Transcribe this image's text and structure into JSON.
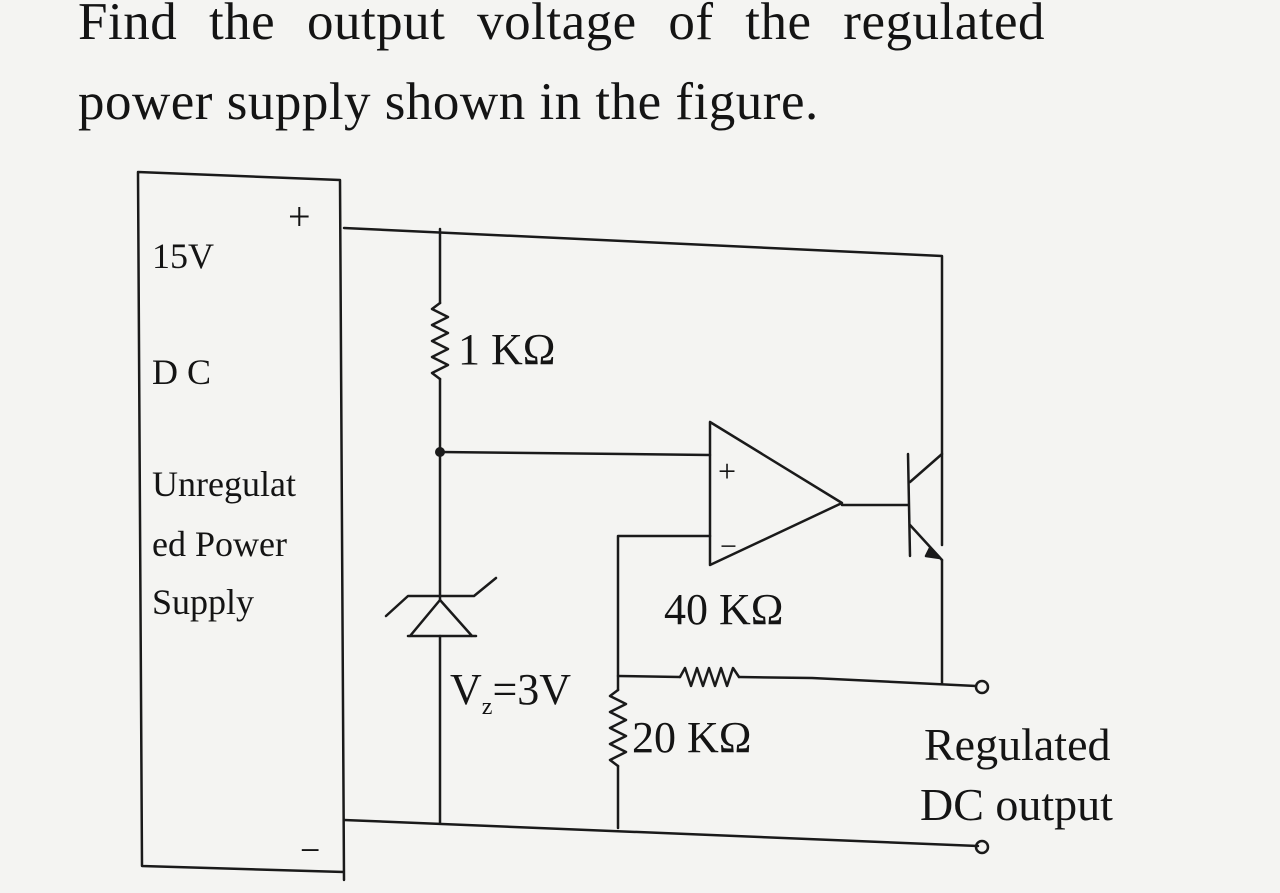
{
  "question": {
    "line1": "Find the output voltage of the regulated",
    "line2": "power supply shown in the figure."
  },
  "supply": {
    "plus_sign": "+",
    "minus_sign": "−",
    "voltage": "15V",
    "type": "D C",
    "name_line1": "Unregulat",
    "name_line2": "ed Power",
    "name_line3": "Supply"
  },
  "components": {
    "r_series": "1 KΩ",
    "zener_label": "V",
    "zener_sub": "z",
    "zener_value": "=3V",
    "r_feedback": "40 KΩ",
    "r_ground": "20 KΩ",
    "opamp_plus": "+",
    "opamp_minus": "−"
  },
  "output": {
    "label_line1": "Regulated",
    "label_line2": "DC output"
  }
}
